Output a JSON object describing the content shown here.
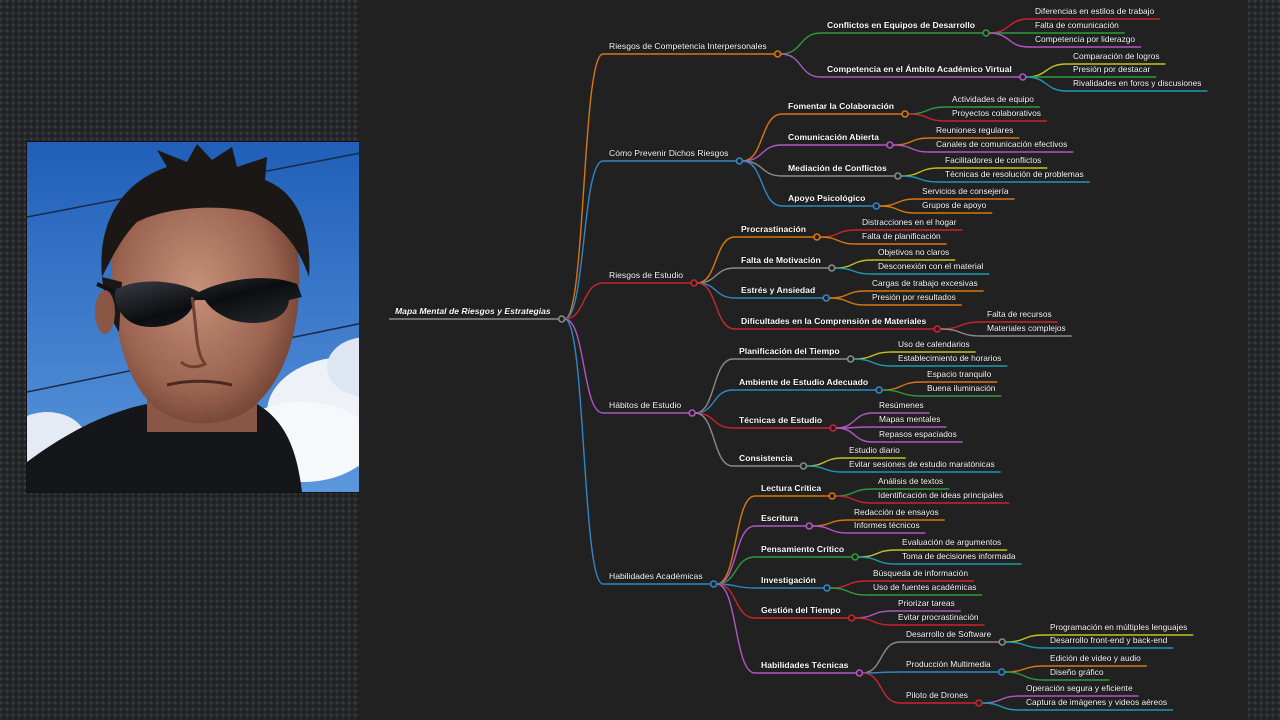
{
  "slide": {
    "photo_alt": "Retrato de un hombre con gafas de sol",
    "mindmap_title": "Mapa Mental de Riesgos y Estrategias"
  },
  "colors": {
    "canvas_bg": "#212121",
    "page_bg": "#26272a",
    "branch_orange": "#d9770f",
    "branch_blue": "#2f87c8",
    "branch_red": "#c9252e",
    "branch_gray": "#8a8a8a",
    "branch_purple": "#b056c4",
    "branch_green": "#2f9a3a",
    "branch_teal": "#1a9bb0",
    "branch_olive": "#c2c21f"
  },
  "mindmap": {
    "label": "Mapa Mental de Riesgos y Estrategias",
    "children": [
      {
        "label": "Riesgos de Competencia Interpersonales",
        "children": [
          {
            "label": "Conflictos en Equipos de Desarrollo",
            "children": [
              {
                "label": "Diferencias en estilos de trabajo"
              },
              {
                "label": "Falta de comunicación"
              },
              {
                "label": "Competencia por liderazgo"
              }
            ]
          },
          {
            "label": "Competencia en el Ámbito Académico Virtual",
            "children": [
              {
                "label": "Comparación de logros"
              },
              {
                "label": "Presión por destacar"
              },
              {
                "label": "Rivalidades en foros y discusiones"
              }
            ]
          }
        ]
      },
      {
        "label": "Cómo Prevenir Dichos Riesgos",
        "children": [
          {
            "label": "Fomentar la Colaboración",
            "children": [
              {
                "label": "Actividades de equipo"
              },
              {
                "label": "Proyectos colaborativos"
              }
            ]
          },
          {
            "label": "Comunicación Abierta",
            "children": [
              {
                "label": "Reuniones regulares"
              },
              {
                "label": "Canales de comunicación efectivos"
              }
            ]
          },
          {
            "label": "Mediación de Conflictos",
            "children": [
              {
                "label": "Facilitadores de conflictos"
              },
              {
                "label": "Técnicas de resolución de problemas"
              }
            ]
          },
          {
            "label": "Apoyo Psicológico",
            "children": [
              {
                "label": "Servicios de consejería"
              },
              {
                "label": "Grupos de apoyo"
              }
            ]
          }
        ]
      },
      {
        "label": "Riesgos de Estudio",
        "children": [
          {
            "label": "Procrastinación",
            "children": [
              {
                "label": "Distracciones en el hogar"
              },
              {
                "label": "Falta de planificación"
              }
            ]
          },
          {
            "label": "Falta de Motivación",
            "children": [
              {
                "label": "Objetivos no claros"
              },
              {
                "label": "Desconexión con el material"
              }
            ]
          },
          {
            "label": "Estrés y Ansiedad",
            "children": [
              {
                "label": "Cargas de trabajo excesivas"
              },
              {
                "label": "Presión por resultados"
              }
            ]
          },
          {
            "label": "Dificultades en la Comprensión de Materiales",
            "children": [
              {
                "label": "Falta de recursos"
              },
              {
                "label": "Materiales complejos"
              }
            ]
          }
        ]
      },
      {
        "label": "Hábitos de Estudio",
        "children": [
          {
            "label": "Planificación del Tiempo",
            "children": [
              {
                "label": "Uso de calendarios"
              },
              {
                "label": "Establecimiento de horarios"
              }
            ]
          },
          {
            "label": "Ambiente de Estudio Adecuado",
            "children": [
              {
                "label": "Espacio tranquilo"
              },
              {
                "label": "Buena iluminación"
              }
            ]
          },
          {
            "label": "Técnicas de Estudio",
            "children": [
              {
                "label": "Resúmenes"
              },
              {
                "label": "Mapas mentales"
              },
              {
                "label": "Repasos espaciados"
              }
            ]
          },
          {
            "label": "Consistencia",
            "children": [
              {
                "label": "Estudio diario"
              },
              {
                "label": "Evitar sesiones de estudio maratónicas"
              }
            ]
          }
        ]
      },
      {
        "label": "Habilidades Académicas",
        "children": [
          {
            "label": "Lectura Crítica",
            "children": [
              {
                "label": "Análisis de textos"
              },
              {
                "label": "Identificación de ideas principales"
              }
            ]
          },
          {
            "label": "Escritura",
            "children": [
              {
                "label": "Redacción de ensayos"
              },
              {
                "label": "Informes técnicos"
              }
            ]
          },
          {
            "label": "Pensamiento Crítico",
            "children": [
              {
                "label": "Evaluación de argumentos"
              },
              {
                "label": "Toma de decisiones informada"
              }
            ]
          },
          {
            "label": "Investigación",
            "children": [
              {
                "label": "Búsqueda de información"
              },
              {
                "label": "Uso de fuentes académicas"
              }
            ]
          },
          {
            "label": "Gestión del Tiempo",
            "children": [
              {
                "label": "Priorizar tareas"
              },
              {
                "label": "Evitar procrastinación"
              }
            ]
          },
          {
            "label": "Habilidades Técnicas",
            "children": [
              {
                "label": "Desarrollo de Software",
                "children": [
                  {
                    "label": "Programación en múltiples lenguajes"
                  },
                  {
                    "label": "Desarrollo front-end y back-end"
                  }
                ]
              },
              {
                "label": "Producción Multimedia",
                "children": [
                  {
                    "label": "Edición de video y audio"
                  },
                  {
                    "label": "Diseño gráfico"
                  }
                ]
              },
              {
                "label": "Piloto de Drones",
                "children": [
                  {
                    "label": "Operación segura y eficiente"
                  },
                  {
                    "label": "Captura de imágenes y videos aéreos"
                  }
                ]
              }
            ]
          }
        ]
      }
    ]
  }
}
